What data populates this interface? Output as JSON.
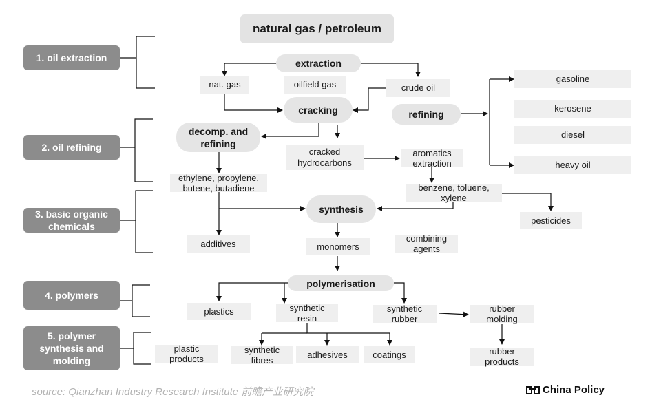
{
  "title": "natural gas / petroleum",
  "stages": [
    "1. oil extraction",
    "2. oil refining",
    "3. basic organic chemicals",
    "4. polymers",
    "5. polymer synthesis and molding"
  ],
  "process": {
    "extraction": "extraction",
    "cracking": "cracking",
    "refining": "refining",
    "decomp": "decomp. and refining",
    "synthesis": "synthesis",
    "polymerisation": "polymerisation"
  },
  "nodes": {
    "nat_gas": "nat. gas",
    "oilfield_gas": "oilfield gas",
    "crude_oil": "crude oil",
    "gasoline": "gasoline",
    "kerosene": "kerosene",
    "diesel": "diesel",
    "heavy_oil": "heavy oil",
    "cracked": "cracked hydrocarbons",
    "aromatics": "aromatics extraction",
    "ethylene": "ethylene, propylene, butene, butadiene",
    "benzene": "benzene, toluene, xylene",
    "pesticides": "pesticides",
    "additives": "additives",
    "monomers": "monomers",
    "combining": "combining agents",
    "plastics": "plastics",
    "synthetic_resin": "synthetic resin",
    "synthetic_rubber": "synthetic rubber",
    "rubber_molding": "rubber molding",
    "rubber_products": "rubber products",
    "plastic_products": "plastic products",
    "synthetic_fibres": "synthetic fibres",
    "adhesives": "adhesives",
    "coatings": "coatings"
  },
  "footer": {
    "source": "source: Qianzhan Industry Research Institute 前瞻产业研究院",
    "brand": "China Policy"
  }
}
